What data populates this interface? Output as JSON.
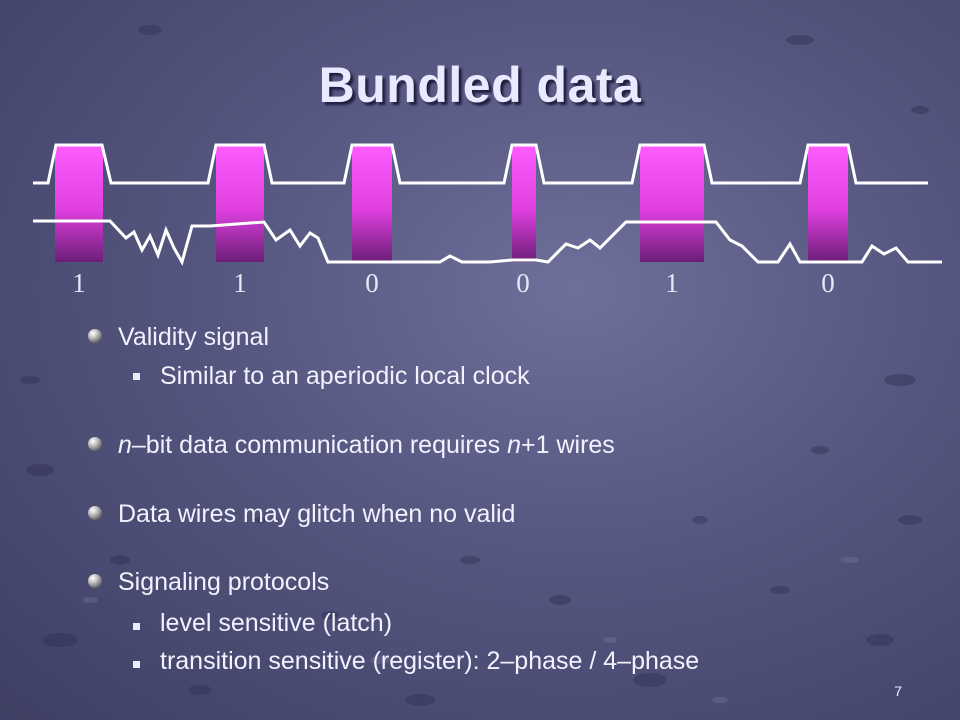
{
  "slide": {
    "title": "Bundled data",
    "page_number": "7"
  },
  "diagram": {
    "bits": [
      "1",
      "1",
      "0",
      "0",
      "1",
      "0"
    ],
    "pulse_color": "#ff4dff",
    "wire_color": "#ffffff"
  },
  "bullets": [
    {
      "text": "Validity signal",
      "children": [
        "Similar to an aperiodic local clock"
      ]
    },
    {
      "text_parts": [
        "n",
        "–bit data communication requires ",
        "n",
        "+1 wires"
      ]
    },
    {
      "text": "Data wires may glitch when no valid"
    },
    {
      "text": "Signaling protocols",
      "children": [
        "level sensitive (latch)",
        "transition sensitive (register): 2–phase / 4–phase"
      ]
    }
  ]
}
